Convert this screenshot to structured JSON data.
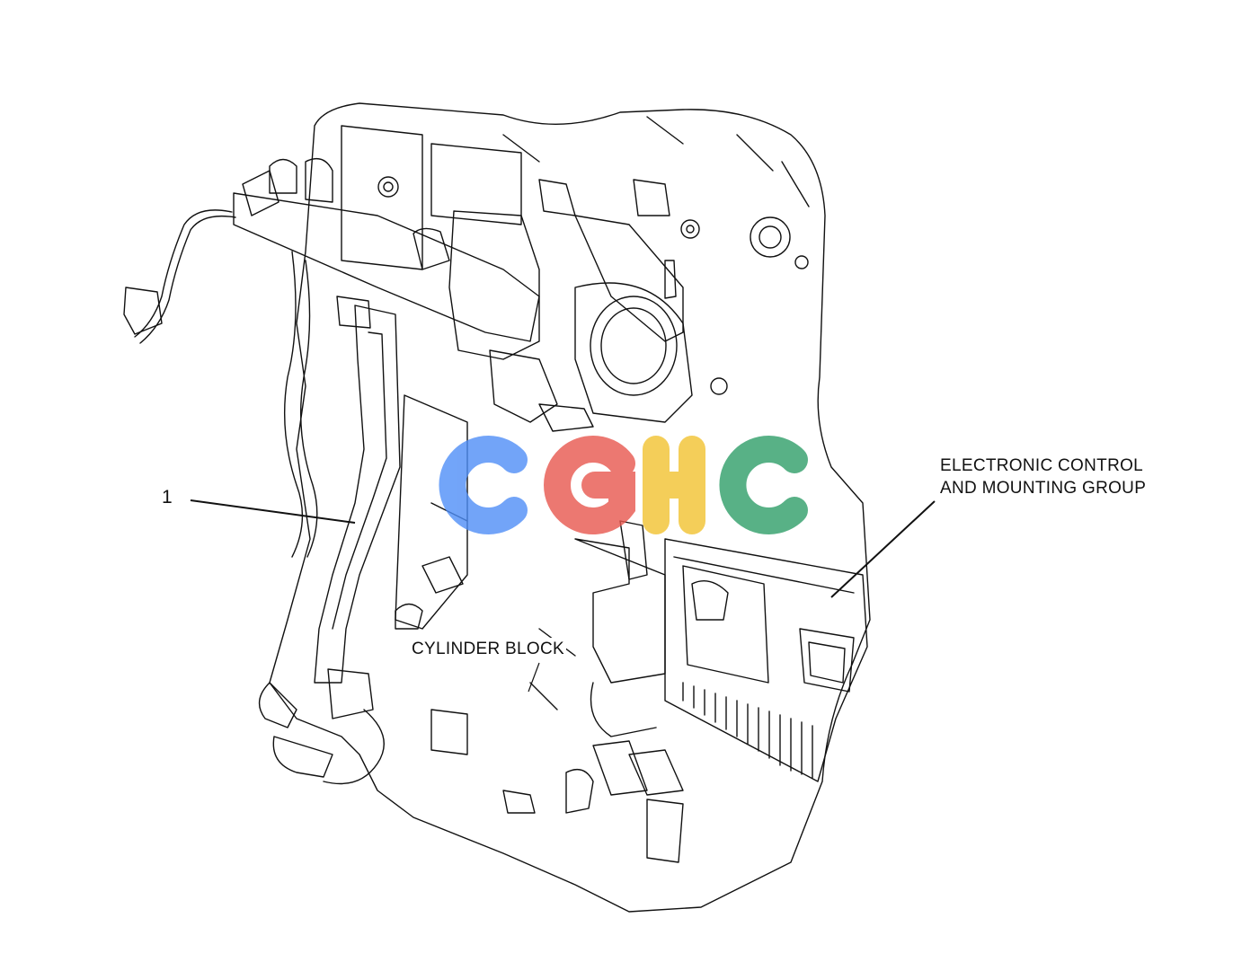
{
  "callouts": {
    "part_number": "1",
    "cylinder_block": "CYLINDER BLOCK",
    "electronic_control_line1": "ELECTRONIC CONTROL",
    "electronic_control_line2": "AND MOUNTING GROUP"
  },
  "watermark": {
    "text": "CGHC",
    "colors": [
      "#4f8ef7",
      "#e8574e",
      "#f2c230",
      "#2f9e69"
    ]
  },
  "colors": {
    "line": "#111111",
    "background": "#ffffff"
  }
}
